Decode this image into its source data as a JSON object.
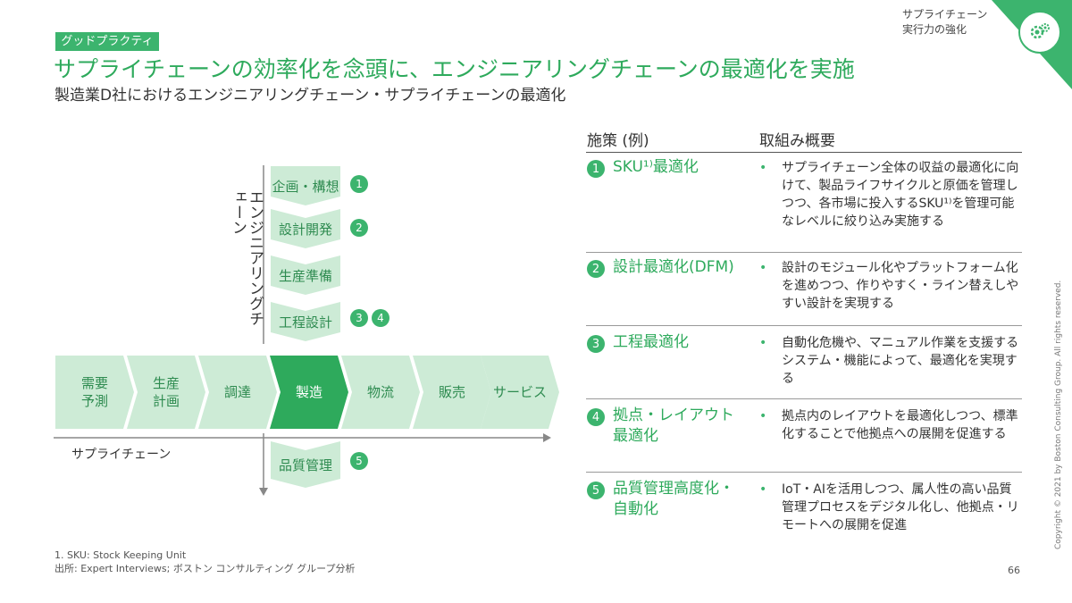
{
  "header": {
    "tag": "グッドプラクティス",
    "title": "サプライチェーンの効率化を念頭に、エンジニアリングチェーンの最適化を実施",
    "subtitle": "製造業D社におけるエンジニアリングチェーン・サプライチェーンの最適化",
    "corner_line1": "サプライチェーン",
    "corner_line2": "実行力の強化"
  },
  "diagram": {
    "engineering_label": "エンジニアリングチェーン",
    "supply_label": "サプライチェーン",
    "engineering_steps": [
      {
        "label": "企画・構想",
        "nums": [
          "1"
        ]
      },
      {
        "label": "設計開発",
        "nums": [
          "2"
        ]
      },
      {
        "label": "生産準備",
        "nums": []
      },
      {
        "label": "工程設計",
        "nums": [
          "3",
          "4"
        ]
      }
    ],
    "supply_steps": [
      {
        "label": "需要\n予測"
      },
      {
        "label": "生産\n計画"
      },
      {
        "label": "調達"
      },
      {
        "label": "製造",
        "active": true
      },
      {
        "label": "物流"
      },
      {
        "label": "販売"
      },
      {
        "label": "サービス"
      }
    ],
    "quality_step": {
      "label": "品質管理",
      "nums": [
        "5"
      ]
    }
  },
  "table": {
    "col1": "施策 (例)",
    "col2": "取組み概要",
    "rows": [
      {
        "num": "1",
        "label": "SKU¹⁾最適化",
        "desc": "サプライチェーン全体の収益の最適化に向けて、製品ライフサイクルと原価を管理しつつ、各市場に投入するSKU¹⁾を管理可能なレベルに絞り込み実施する"
      },
      {
        "num": "2",
        "label": "設計最適化(DFM)",
        "desc": "設計のモジュール化やプラットフォーム化を進めつつ、作りやすく・ライン替えしやすい設計を実現する"
      },
      {
        "num": "3",
        "label": "工程最適化",
        "desc": "自動化危機や、マニュアル作業を支援するシステム・機能によって、最適化を実現する"
      },
      {
        "num": "4",
        "label": "拠点・レイアウト最適化",
        "desc": "拠点内のレイアウトを最適化しつつ、標準化することで他拠点への展開を促進する"
      },
      {
        "num": "5",
        "label": "品質管理高度化・自動化",
        "desc": "IoT・AIを活用しつつ、属人性の高い品質管理プロセスをデジタル化し、他拠点・リモートへの展開を促進"
      }
    ]
  },
  "footer": {
    "footnote1": "1. SKU: Stock Keeping Unit",
    "footnote2": "出所: Expert Interviews; ボストン コンサルティング グループ分析",
    "page": "66",
    "copyright": "Copyright © 2021 by Boston Consulting Group. All rights reserved."
  },
  "colors": {
    "accent": "#2eaa5c",
    "light": "#cdebd6",
    "bullet": "#3cb46e"
  }
}
